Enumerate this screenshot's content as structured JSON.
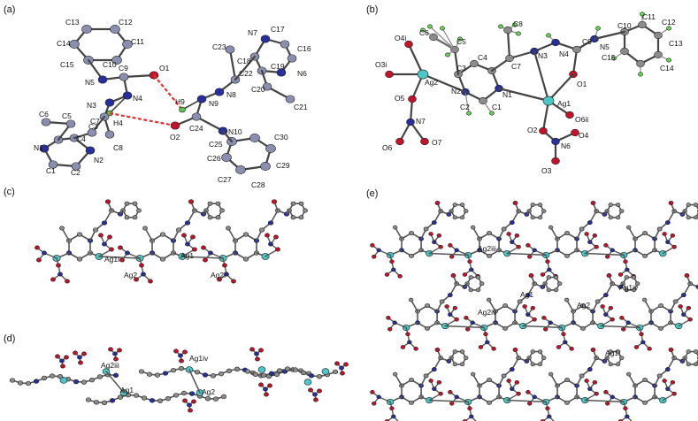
{
  "panels": [
    {
      "id": "a",
      "label": "(a)",
      "atom_labels": [
        "C13",
        "C12",
        "C14",
        "C11",
        "C15",
        "C10",
        "N5",
        "C9",
        "O1",
        "N4",
        "H4",
        "N3",
        "C7",
        "C8",
        "C6",
        "C5",
        "C4",
        "C3",
        "N1",
        "C1",
        "C2",
        "N2",
        "H9",
        "O2",
        "C24",
        "N9",
        "N8",
        "C23",
        "C22",
        "N7",
        "C17",
        "C18",
        "C16",
        "N6",
        "C19",
        "C20",
        "C21",
        "N10",
        "C25",
        "C30",
        "C26",
        "C29",
        "C27",
        "C28"
      ]
    },
    {
      "id": "b",
      "label": "(b)",
      "atom_labels": [
        "O4i",
        "C6",
        "C5",
        "C8",
        "C7",
        "N3",
        "N4",
        "C9",
        "N5",
        "C10",
        "C11",
        "C12",
        "C13",
        "C14",
        "C15",
        "O3i",
        "Ag2",
        "C3",
        "C4",
        "N2",
        "N1",
        "C2",
        "C1",
        "O1",
        "O5",
        "N7",
        "O6",
        "O7",
        "Ag1",
        "O6ii",
        "O2",
        "O4",
        "N6",
        "O3"
      ]
    },
    {
      "id": "c",
      "label": "(c)",
      "atom_labels": [
        "Ag1i",
        "Ag1",
        "Ag2",
        "Ag2i"
      ]
    },
    {
      "id": "d",
      "label": "(d)",
      "atom_labels": [
        "Ag2iii",
        "Ag1iv",
        "Ag1",
        "Ag2"
      ]
    },
    {
      "id": "e",
      "label": "(e)",
      "atom_labels": [
        "Ag2iii",
        "Ag1",
        "Ag2iv",
        "Ag2",
        "Ag1iv",
        "Ag1i"
      ]
    }
  ],
  "colors": {
    "carbon_a": "#8a8fb0",
    "nitrogen": "#27309a",
    "oxygen": "#c0142a",
    "hydrogen": "#5cc84a",
    "silver": "#4cc6c6",
    "fluoro_green": "#6cd45a",
    "carbon_grey": "#8c8c8c",
    "bond": "#444444",
    "hbond": "#e03030"
  }
}
